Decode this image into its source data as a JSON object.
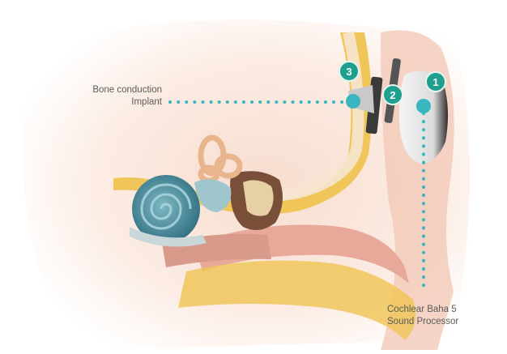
{
  "labels": {
    "implant_line1": "Bone conduction",
    "implant_line2": "Implant",
    "processor_line1": "Cochlear Baha 5",
    "processor_line2": "Sound Processor"
  },
  "badges": [
    "1",
    "2",
    "3"
  ],
  "colors": {
    "badge_fill": "#1f9f8e",
    "badge_ring": "#e6f4f1",
    "dot_line": "#3ab6c0",
    "cochlea": "#3f8a9a",
    "bone": "#f0c65a",
    "skin": "#f6d8c8"
  }
}
